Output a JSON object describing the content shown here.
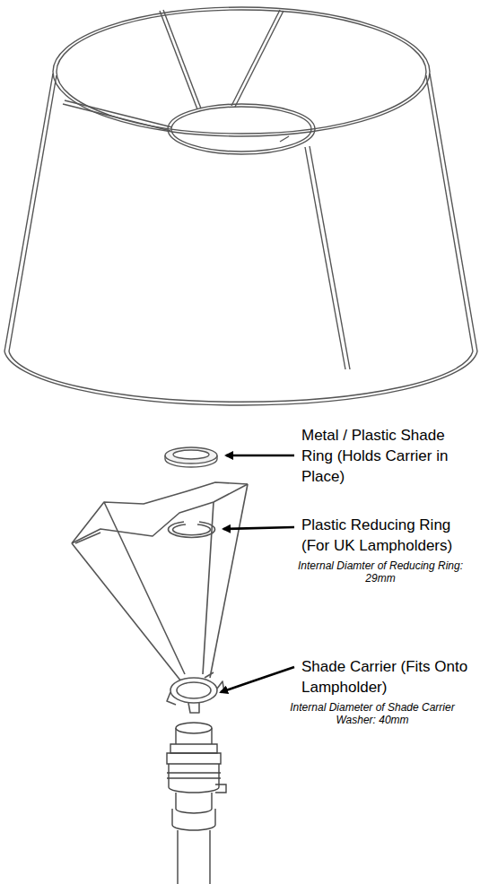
{
  "diagram": {
    "labels": [
      "Metal / Plastic Shade Ring (Holds Carrier in Place)",
      "Plastic Reducing Ring (For UK Lampholders)",
      "Internal Diamter of Reducing Ring: 29mm",
      "Shade Carrier (Fits Onto Lampholder)",
      "Internal Diameter of Shade Carrier Washer: 40mm"
    ]
  }
}
